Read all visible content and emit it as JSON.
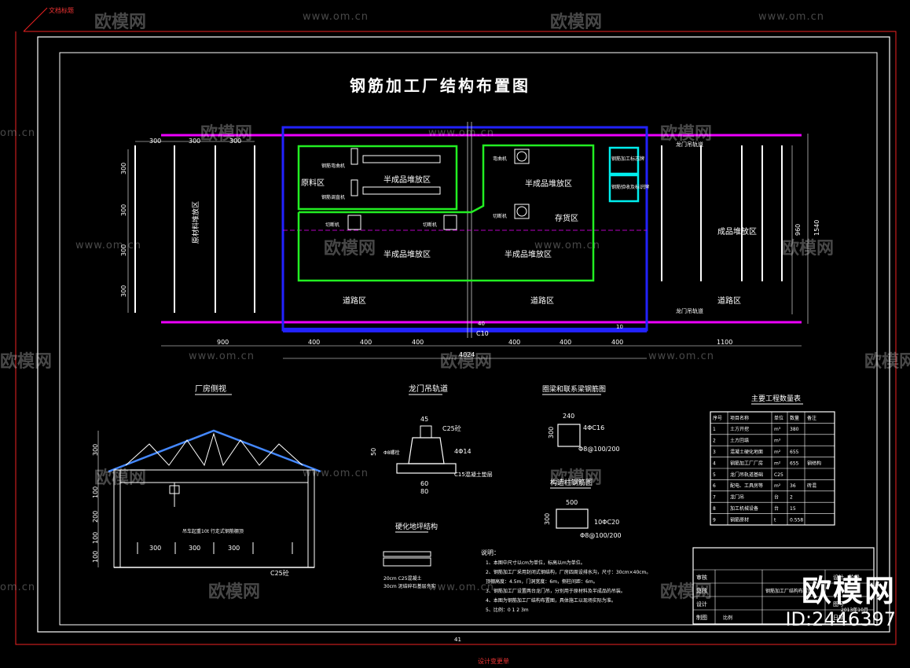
{
  "drawing": {
    "title": "钢筋加工厂结构布置图",
    "top_left_note": "文档标题",
    "bottom_note": "设计变更单",
    "bottom_mark": "41"
  },
  "plan": {
    "zones": {
      "raw_material": "原料区",
      "semi_1": "半成品堆放区",
      "semi_2": "半成品堆放区",
      "semi_3": "半成品堆放区",
      "semi_4": "半成品堆放区",
      "finished": "成品堆放区",
      "road_1": "道路区",
      "road_2": "道路区",
      "road_3": "道路区",
      "storage": "存货区",
      "left_storage": "原材料堆放区",
      "crane_track_1": "龙门吊轨道",
      "crane_track_2": "龙门吊轨道"
    },
    "machines": {
      "m1": "钢筋弯曲机",
      "m2": "钢筋调直机",
      "m3": "切断机",
      "m4": "切断机",
      "m5": "弯曲机",
      "m6": "切断机"
    },
    "signs": {
      "sign_1": "钢筋加工标志牌",
      "sign_2": "钢筋验收及标识牌"
    },
    "dims": {
      "top_300_a": "300",
      "top_300_b": "300",
      "top_300_c": "300",
      "left_a": "300",
      "left_b": "300",
      "left_c": "300",
      "left_d": "300",
      "bot_900": "900",
      "bot_400_a": "400",
      "bot_400_b": "400",
      "bot_400_c": "400",
      "bot_400_d": "400",
      "bot_400_e": "400",
      "bot_400_f": "400",
      "bot_1100": "1100",
      "total": "4024",
      "right_1540": "1540",
      "right_960": "960",
      "c10": "C10",
      "mark_40": "40",
      "mark_10": "10"
    }
  },
  "sections": {
    "elevation": "厂房侧视",
    "crane_base": "龙门吊轨道",
    "beam": "圈梁和联系梁钢筋图",
    "column": "构造柱钢筋图",
    "floor": "硬化地坪结构"
  },
  "elevation": {
    "dims_left": [
      "300",
      "100",
      "200",
      "100",
      "100"
    ],
    "dims_bottom": [
      "300",
      "300",
      "300"
    ],
    "note": "吊车起重10t\n行走式钢筋棚顶",
    "floor_label": "C25砼"
  },
  "crane_detail": {
    "d45": "45",
    "c25": "C25砼",
    "rebar": "4Φ14",
    "d50": "50",
    "d60": "60",
    "d80": "80",
    "base": "C15混凝土垫层",
    "anchor": "Φ8螺栓"
  },
  "beam_detail": {
    "w": "240",
    "h": "300",
    "main": "4ΦC16",
    "stir": "Φ8@100/200"
  },
  "column_detail": {
    "w": "500",
    "h": "300",
    "main": "10ΦC20",
    "stir": "Φ8@100/200"
  },
  "floor_detail": {
    "l1": "20cm C25混凝土",
    "l2": "30cm 泥结碎石基层夯实"
  },
  "notes": {
    "title": "说明：",
    "lines": [
      "1、本图中尺寸以cm为单位，标高以m为单位。",
      "2、钢筋加工厂采用封闭式钢结构，厂房四周设排水沟，尺寸：30cm×40cm。",
      "   顶棚高度：4.5m，门洞宽度：6m，侧柱间距：6m。",
      "3、钢筋加工厂设置两台龙门吊，分别用于原材料及半成品的吊装。",
      "4、本图为钢筋加工厂结构布置图，具体施工以现场实际为准。",
      "5、比例：0    1    2    3m"
    ]
  },
  "quantity_table": {
    "title": "主要工程数量表",
    "headers": [
      "序号",
      "项目名称",
      "单位",
      "数量",
      "备注"
    ],
    "rows": [
      [
        "1",
        "土方开挖",
        "m³",
        "380",
        ""
      ],
      [
        "2",
        "土方回填",
        "m³",
        "",
        ""
      ],
      [
        "3",
        "混凝土硬化地面",
        "m²",
        "655",
        ""
      ],
      [
        "4",
        "钢筋加工厂厂房",
        "m²",
        "655",
        "钢结构"
      ],
      [
        "5",
        "龙门吊轨道基础",
        "C25",
        "",
        ""
      ],
      [
        "6",
        "配电、工具房等",
        "m²",
        "36",
        "砖混"
      ],
      [
        "7",
        "龙门吊",
        "台",
        "2",
        ""
      ],
      [
        "8",
        "加工机械设备",
        "台",
        "15",
        ""
      ],
      [
        "9",
        "钢筋原材",
        "t",
        "0.558",
        ""
      ]
    ]
  },
  "title_block": {
    "rows": [
      "审核",
      "复核",
      "设计",
      "制图"
    ],
    "right": [
      "设计",
      "阶段",
      "图号",
      "日期"
    ],
    "proj": "钢筋加工厂结构布置图",
    "scale": "比例",
    "date": "2013年10月"
  },
  "brand": {
    "logo": "欧模网",
    "id": "ID:2446397",
    "watermark": "欧模网",
    "url": "www.om.cn",
    "url_short": "om.cn"
  }
}
